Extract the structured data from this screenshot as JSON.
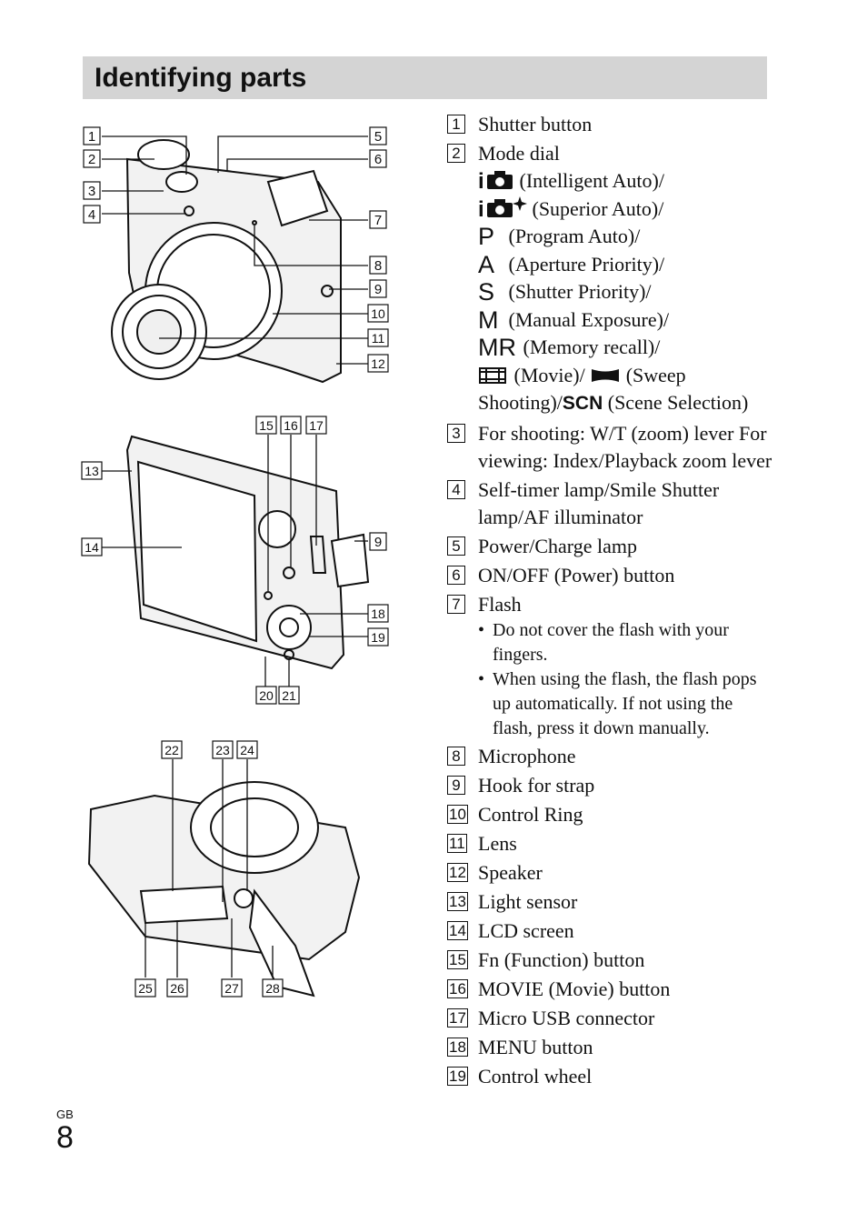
{
  "page": {
    "title": "Identifying parts",
    "region_label": "GB",
    "page_number": "8"
  },
  "figure_callouts": {
    "top": [
      "1",
      "2",
      "3",
      "4",
      "5",
      "6",
      "7",
      "8",
      "9",
      "10",
      "11",
      "12"
    ],
    "middle": [
      "13",
      "14",
      "15",
      "16",
      "17",
      "9",
      "18",
      "19",
      "20",
      "21"
    ],
    "bottom": [
      "22",
      "23",
      "24",
      "25",
      "26",
      "27",
      "28"
    ]
  },
  "parts": [
    {
      "num": "1",
      "label": "Shutter button"
    },
    {
      "num": "2",
      "label": "Mode dial"
    },
    {
      "num": "3",
      "label": "For shooting: W/T (zoom) lever For viewing: Index/Playback zoom lever"
    },
    {
      "num": "4",
      "label": "Self-timer lamp/Smile Shutter lamp/AF illuminator"
    },
    {
      "num": "5",
      "label": "Power/Charge lamp"
    },
    {
      "num": "6",
      "label": "ON/OFF (Power) button"
    },
    {
      "num": "7",
      "label": "Flash"
    },
    {
      "num": "8",
      "label": "Microphone"
    },
    {
      "num": "9",
      "label": "Hook for strap"
    },
    {
      "num": "10",
      "label": "Control Ring"
    },
    {
      "num": "11",
      "label": "Lens"
    },
    {
      "num": "12",
      "label": "Speaker"
    },
    {
      "num": "13",
      "label": "Light sensor"
    },
    {
      "num": "14",
      "label": "LCD screen"
    },
    {
      "num": "15",
      "label": "Fn (Function) button"
    },
    {
      "num": "16",
      "label": "MOVIE (Movie) button"
    },
    {
      "num": "17",
      "label": "Micro USB connector"
    },
    {
      "num": "18",
      "label": "MENU button"
    },
    {
      "num": "19",
      "label": "Control wheel"
    }
  ],
  "mode_dial": {
    "intelligent_auto": "(Intelligent Auto)/",
    "superior_auto": "(Superior Auto)/",
    "program_glyph": "P",
    "program_auto": "(Program Auto)/",
    "aperture_glyph": "A",
    "aperture_priority": "(Aperture Priority)/",
    "shutter_glyph": "S",
    "shutter_priority": "(Shutter Priority)/",
    "manual_glyph": "M",
    "manual_exposure": "(Manual Exposure)/",
    "memory_glyph": "MR",
    "memory_recall": "(Memory recall)/",
    "movie": "(Movie)/",
    "sweep": "(Sweep",
    "shooting": "Shooting)/",
    "scn_glyph": "SCN",
    "scene_selection": "(Scene Selection)"
  },
  "flash_notes": [
    "Do not cover the flash with your fingers.",
    "When using the flash, the flash pops up automatically. If not using the flash, press it down manually."
  ]
}
